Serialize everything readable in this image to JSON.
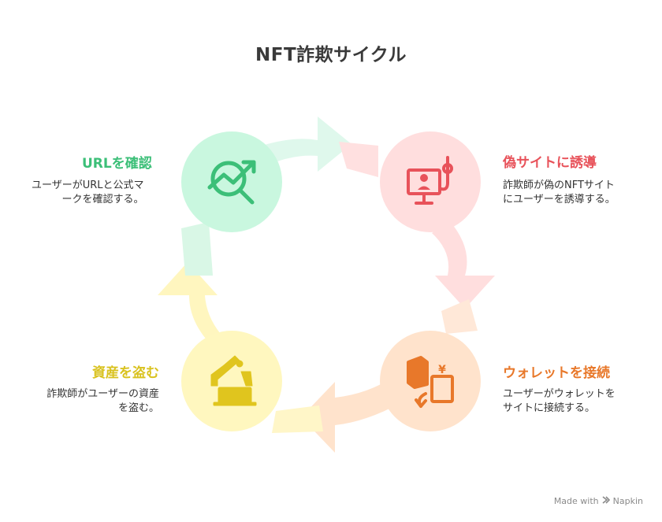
{
  "title": "NFT詐欺サイクル",
  "steps": [
    {
      "heading": "偽サイトに誘導",
      "desc_lines": [
        "詐欺師が偽のNFTサイト",
        "にユーザーを誘導する。"
      ],
      "color": "#e8525a",
      "circle_color": "#ffdede",
      "icon": "phishing-screen-icon"
    },
    {
      "heading": "ウォレットを接続",
      "desc_lines": [
        "ユーザーがウォレットを",
        "サイトに接続する。"
      ],
      "color": "#e8782a",
      "circle_color": "#ffe3cc",
      "icon": "wallet-exchange-icon"
    },
    {
      "heading": "資産を盗む",
      "desc_lines": [
        "詐欺師がユーザーの資産",
        "を盗む。"
      ],
      "color": "#d9c21f",
      "circle_color": "#fff7bf",
      "icon": "robotic-arm-laptop-icon"
    },
    {
      "heading": "URLを確認",
      "desc_lines": [
        "ユーザーがURLと公式マ",
        "ークを確認する。"
      ],
      "color": "#3cbf78",
      "circle_color": "#c9f7df",
      "icon": "magnify-trend-icon"
    }
  ],
  "footer": {
    "text": "Made with",
    "brand": "Napkin"
  }
}
